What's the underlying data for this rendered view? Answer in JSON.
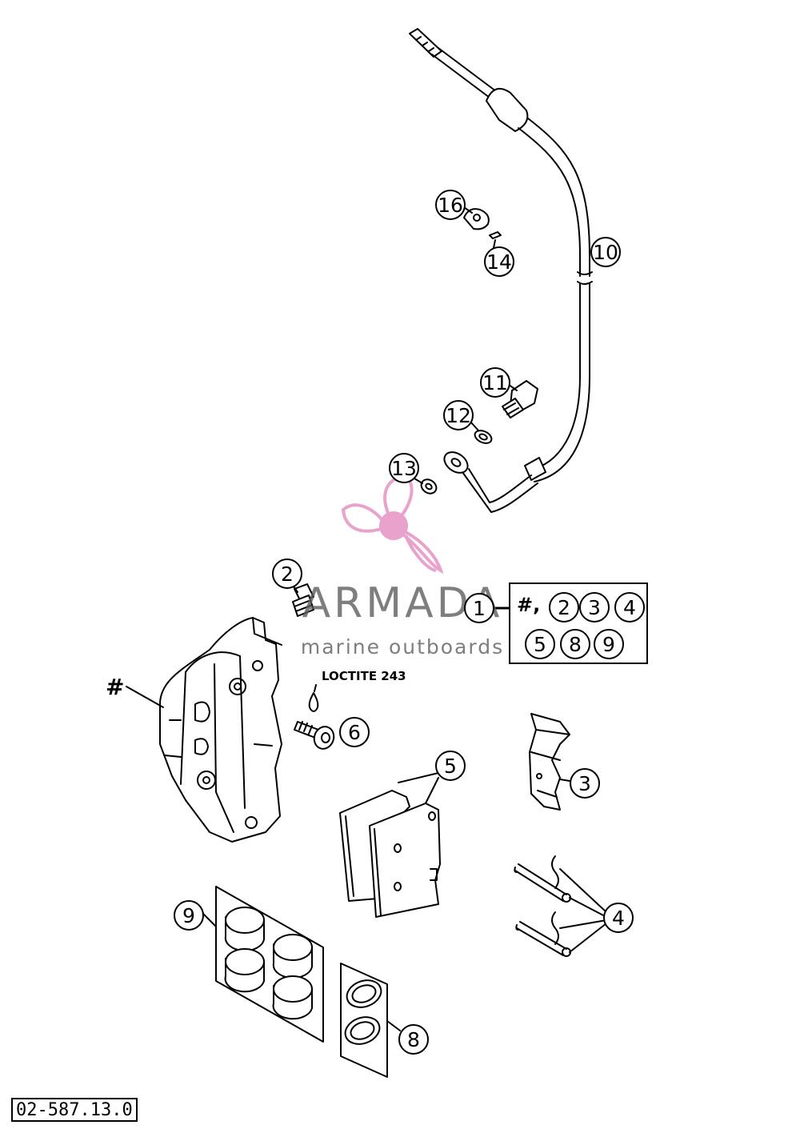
{
  "callouts": {
    "c1": "1",
    "c2": "2",
    "c3": "3",
    "c4": "4",
    "c5": "5",
    "c6": "6",
    "c8": "8",
    "c9": "9",
    "c10": "10",
    "c11": "11",
    "c12": "12",
    "c13": "13",
    "c14": "14",
    "c16": "16"
  },
  "kit": {
    "prefix": "#,",
    "row1": [
      "2",
      "3",
      "4"
    ],
    "row2": [
      "5",
      "8",
      "9"
    ]
  },
  "caliper_mark": "#",
  "loctite_note": "LOCTITE 243",
  "diagram_code": "02-587.13.0",
  "watermark": {
    "name": "ARMADA",
    "tagline": "marine outboards",
    "color": "#e38cc0"
  }
}
